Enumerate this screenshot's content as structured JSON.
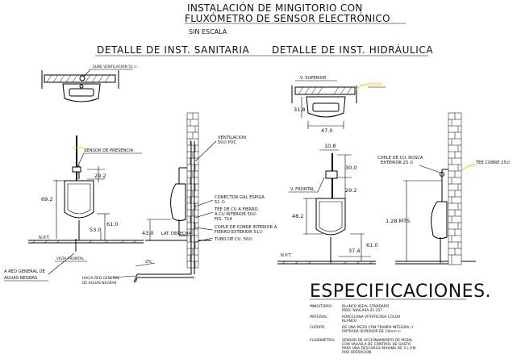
{
  "title": {
    "line1": "INSTALACIÓN DE MINGITORIO CON",
    "line2": "FLUXÓMETRO DE SENSOR ELECTRÓNICO",
    "scale": "SIN ESCALA",
    "section_left": "DETALLE DE INST. SANITARIA",
    "section_right": "DETALLE DE INST. HIDRÁULICA"
  },
  "left_detail": {
    "sube_ventilacion": "SUBE VENTILACION 51 ∅",
    "sensor": "SENSOR DE PRESENCIA",
    "dim_292": "29.2",
    "dim_692": "69.2",
    "dim_610": "61.0",
    "dim_530": "53.0",
    "npt": "N.P.T.",
    "vista_frontal": "VISTA FRONTAL",
    "red_general": "A RED GENERAL DE",
    "aguas_negras": "AGUAS NEGRAS",
    "hacia_red_1": "HACIA RED GENERAL",
    "hacia_red_2": "DE AGUAS NEGRAS",
    "slope": "2%",
    "ventilacion_1": "VENTILACION",
    "ventilacion_2": "50∅  PVC",
    "conector_1": "CONECTOR GAL ESPIGA",
    "conector_2": "51 ∅",
    "tee_1": "TEE DE CU A FIERRO,",
    "tee_2": "A CU INTERIOR 50∅",
    "tee_3": "FIG. 714",
    "copie_1": "COPLE DE COBRE INTERIOR A",
    "copie_2": "FIERRO EXTERIOR 51∅",
    "tubo": "TUBO DE CU. 50∅",
    "lat_derecha_dim": "43.0",
    "lat_derecha": "LAT. DERECHA"
  },
  "right_detail": {
    "v_superior": "V. SUPERIOR",
    "muro": "MURO",
    "dim_318": "31.8",
    "dim_470": "47.0",
    "dim_108": "10.8",
    "dim_300": "30.0",
    "dim_292": "29.2",
    "dim_482": "48.2",
    "dim_610": "61.0",
    "dim_374": "37.4",
    "v_frontal": "V. FRONTAL",
    "npt": "N.P.T.",
    "cople_1": "COPLE DE CU. ROSCA",
    "cople_2": "EXTERIOR 25 ∅",
    "tee_cobre": "TEE COBRE 25∅",
    "dim_128": "1.28 MTS"
  },
  "specs": {
    "heading": "ESPECIFICACIONES.",
    "rows": [
      {
        "label": "MINGITORIO:",
        "lines": [
          "BLANCO IDEAL STANDARD",
          "MOD. NIAGARA 41-257"
        ]
      },
      {
        "label": "MATERIAL:",
        "lines": [
          "PORCELANA VITRIFICADA COLOR",
          "BLANCO."
        ]
      },
      {
        "label": "CUERPO:",
        "lines": [
          "DE UNA PIEZA CON TRAMPA INTEGRAL Y",
          "ENTRADA SUPERIOR DE 19mm ∅"
        ]
      },
      {
        "label": "FLUXOMETRO:",
        "lines": [
          "SENSOR DE ACCIONAMIENTO DE PEDAL",
          "CON VALVULA DE CONTROL DE GASTO",
          "PARA UNA DESCARGA MAXIMA DE 3 L.P.M",
          "POR OPERACION"
        ]
      }
    ]
  }
}
